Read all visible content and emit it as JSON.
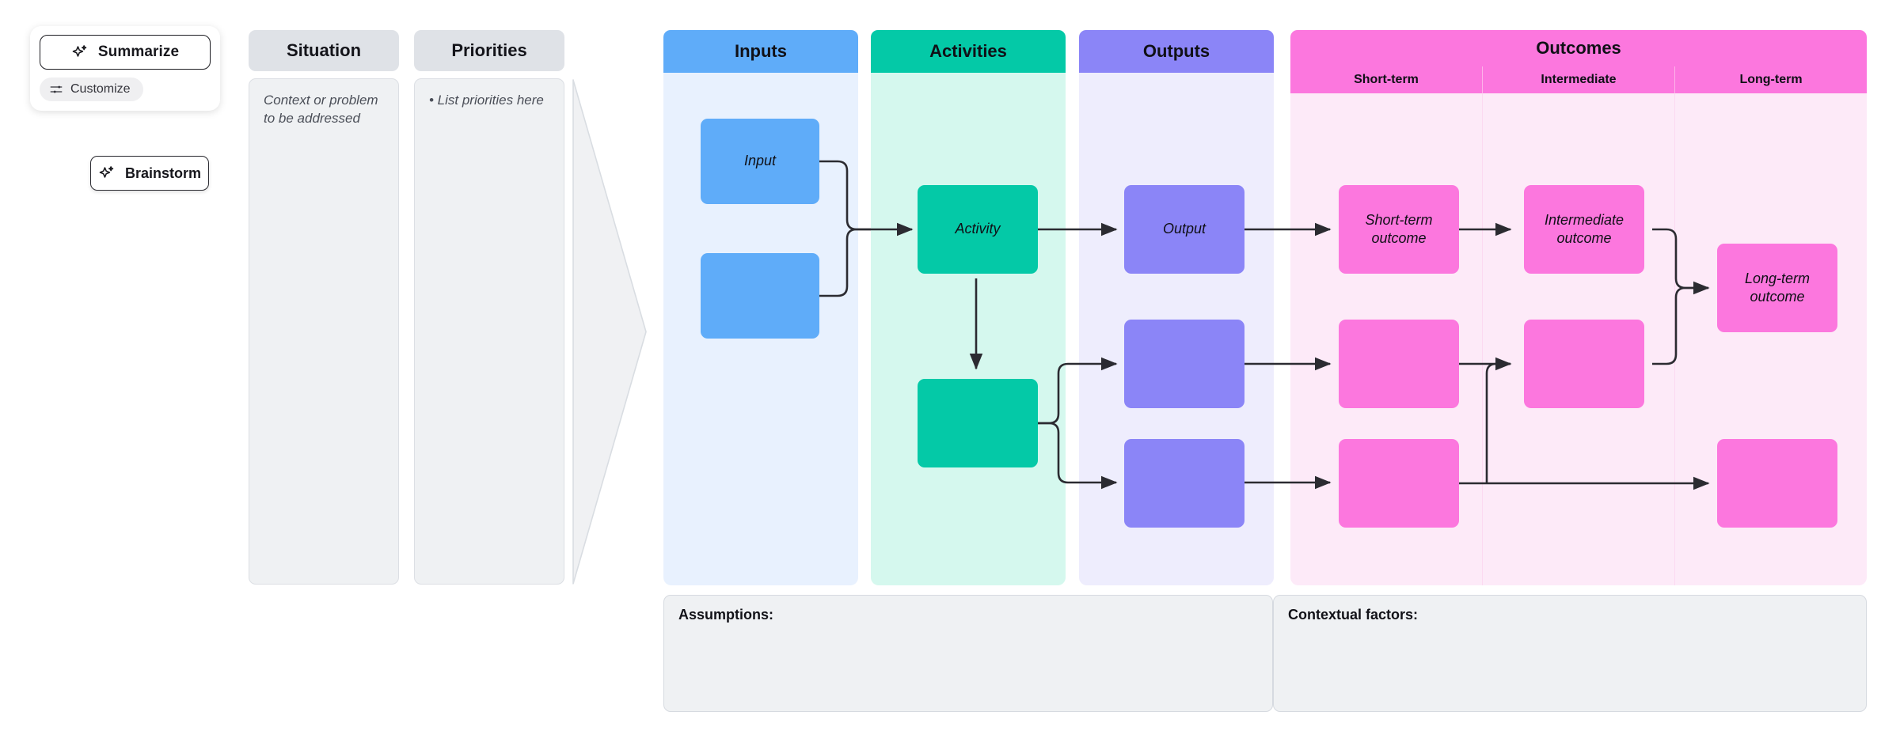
{
  "ai_toolbar": {
    "summarize_label": "Summarize",
    "customize_label": "Customize",
    "brainstorm_label": "Brainstorm",
    "sparkle_icon": "sparkle-icon",
    "sliders_icon": "sliders-icon"
  },
  "plain_columns": [
    {
      "title": "Situation",
      "placeholder": "Context or problem to be addressed"
    },
    {
      "title": "Priorities",
      "placeholder": "• List priorities here"
    }
  ],
  "logic_columns": [
    {
      "title": "Inputs",
      "header_color": "#5facf9",
      "body_color": "#e8f1fe"
    },
    {
      "title": "Activities",
      "header_color": "#04c9a7",
      "body_color": "#d5f8ee"
    },
    {
      "title": "Outputs",
      "header_color": "#8b85f7",
      "body_color": "#eeedfd"
    }
  ],
  "outcomes": {
    "title": "Outcomes",
    "header_color": "#fc77de",
    "body_color": "#fdeaf8",
    "subcolumns": [
      "Short-term",
      "Intermediate",
      "Long-term"
    ]
  },
  "nodes": {
    "inputs": [
      {
        "label": "Input",
        "color": "#5facf9"
      },
      {
        "label": "",
        "color": "#5facf9"
      }
    ],
    "activities": [
      {
        "label": "Activity",
        "color": "#04c9a7"
      },
      {
        "label": "",
        "color": "#04c9a7"
      }
    ],
    "outputs": [
      {
        "label": "Output",
        "color": "#8b85f7"
      },
      {
        "label": "",
        "color": "#8b85f7"
      },
      {
        "label": "",
        "color": "#8b85f7"
      }
    ],
    "short_term": [
      {
        "label": "Short-term outcome",
        "color": "#fc77de"
      },
      {
        "label": "",
        "color": "#fc77de"
      },
      {
        "label": "",
        "color": "#fc77de"
      }
    ],
    "intermediate": [
      {
        "label": "Intermediate outcome",
        "color": "#fc77de"
      },
      {
        "label": "",
        "color": "#fc77de"
      }
    ],
    "long_term": [
      {
        "label": "Long-term outcome",
        "color": "#fc77de"
      },
      {
        "label": "",
        "color": "#fc77de"
      }
    ]
  },
  "notes": [
    {
      "title": "Assumptions:"
    },
    {
      "title": "Contextual factors:"
    }
  ]
}
